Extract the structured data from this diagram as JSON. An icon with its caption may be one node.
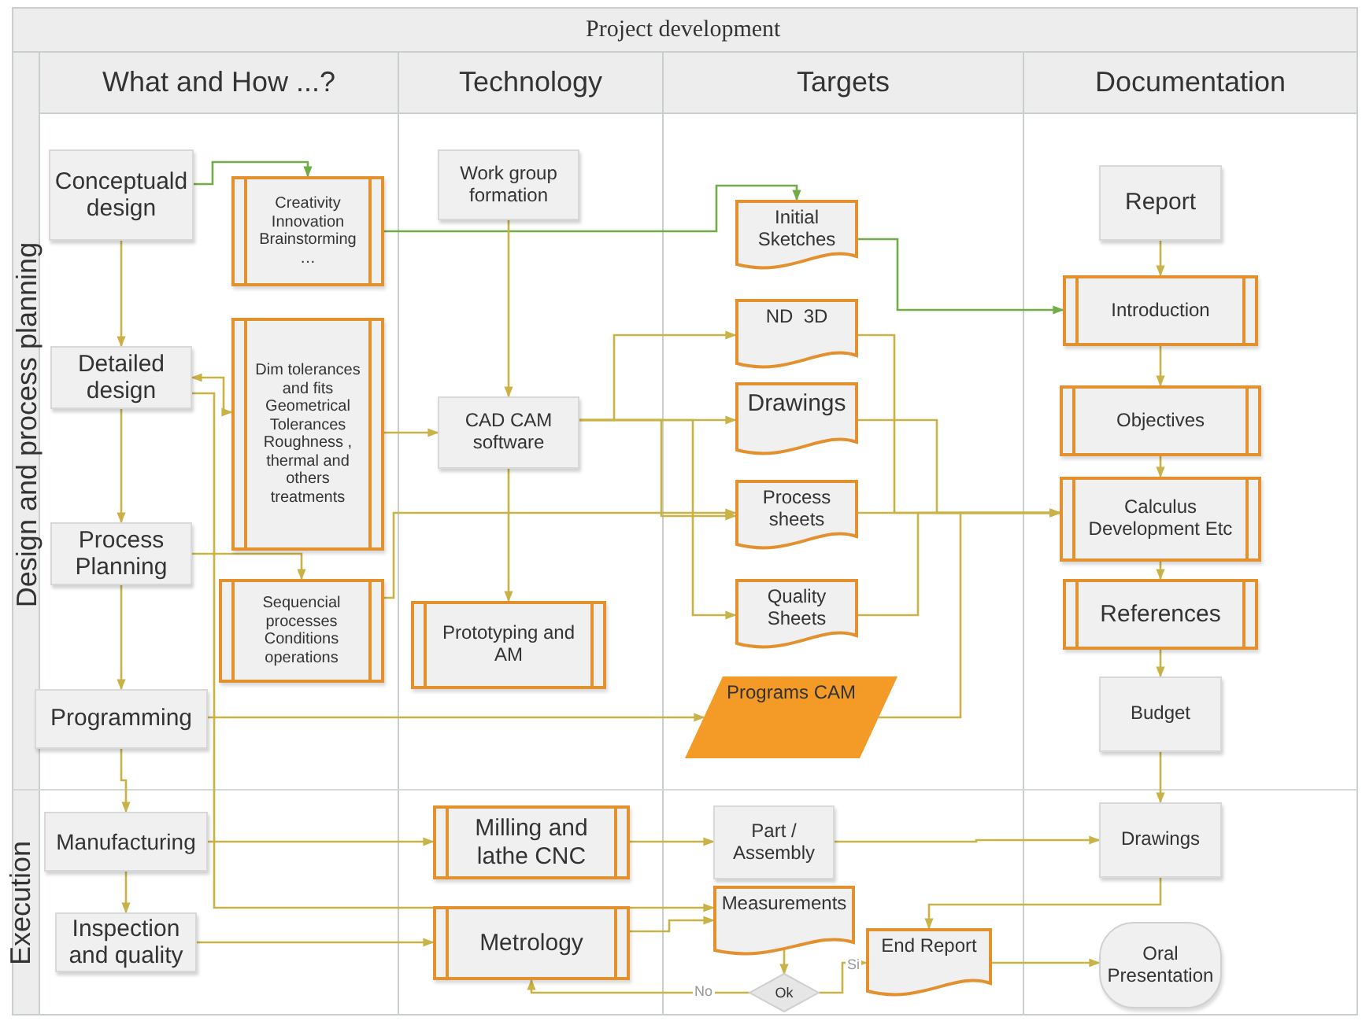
{
  "diagram": {
    "title": "Project development",
    "nodes": [
      {
        "text": [
          "Conceptuald design"
        ]
      },
      {
        "text": [
          "Creativity Innovation Brainstorming …"
        ]
      },
      {
        "text": [
          "Work group formation"
        ]
      },
      {
        "text": [
          "Initial Sketches"
        ]
      },
      {
        "text": [
          "Report"
        ]
      },
      {
        "text": [
          "Introduction"
        ]
      },
      {
        "text": [
          "Detailed design"
        ]
      },
      {
        "text": [
          "Dim tolerances and fits Geometrical Tolerances Roughness , thermal and others treatments"
        ]
      },
      {
        "text": [
          "CAD CAM software"
        ]
      },
      {
        "text": [
          "ND  3D"
        ]
      },
      {
        "text": [
          "Drawings"
        ]
      },
      {
        "text": [
          "Objectives"
        ]
      },
      {
        "text": [
          "Process sheets"
        ]
      },
      {
        "text": [
          "Calculus Development Etc"
        ]
      },
      {
        "text": [
          "Process Planning"
        ]
      },
      {
        "text": [
          "Sequencial processes Conditions operations"
        ]
      },
      {
        "text": [
          "Prototyping and AM"
        ]
      },
      {
        "text": [
          "Quality Sheets"
        ]
      },
      {
        "text": [
          "References"
        ]
      },
      {
        "text": [
          "Programs CAM"
        ]
      },
      {
        "text": [
          "Budget"
        ]
      },
      {
        "text": [
          "Programming"
        ]
      },
      {
        "text": [
          "Manufacturing"
        ]
      },
      {
        "text": [
          "Milling and lathe CNC"
        ]
      },
      {
        "text": [
          "Part / Assembly"
        ]
      },
      {
        "text": [
          "Drawings"
        ]
      },
      {
        "text": [
          "Inspection and quality"
        ]
      },
      {
        "text": [
          "Metrology"
        ]
      },
      {
        "text": [
          "Measurements"
        ]
      },
      {
        "text": [
          "End Report"
        ]
      },
      {
        "text": [
          "Oral Presentation"
        ]
      },
      {
        "text": [
          "Ok"
        ]
      }
    ],
    "edges": [
      {
        "from": 0,
        "to": 1,
        "arrow": "to",
        "color": "#70ad47"
      },
      {
        "from": 1,
        "to": 3,
        "arrow": "to",
        "color": "#70ad47"
      },
      {
        "from": 3,
        "to": 5,
        "arrow": "to",
        "color": "#70ad47"
      },
      {
        "from": 0,
        "to": 6,
        "arrow": "to"
      },
      {
        "from": 6,
        "to": 7,
        "arrow": "both"
      },
      {
        "from": 7,
        "to": 8,
        "arrow": "to"
      },
      {
        "from": 2,
        "to": 8,
        "arrow": "to"
      },
      {
        "from": 8,
        "to": 16,
        "arrow": "to"
      },
      {
        "from": 8,
        "to": 9,
        "arrow": "to"
      },
      {
        "from": 8,
        "to": 10,
        "arrow": "to"
      },
      {
        "from": 8,
        "to": 12,
        "arrow": "to"
      },
      {
        "from": 8,
        "to": 17,
        "arrow": "to"
      },
      {
        "from": 9,
        "to": 13,
        "arrow": "to"
      },
      {
        "from": 10,
        "to": 13,
        "arrow": "to"
      },
      {
        "from": 12,
        "to": 13,
        "arrow": "to"
      },
      {
        "from": 17,
        "to": 13,
        "arrow": "to"
      },
      {
        "from": 19,
        "to": 13,
        "arrow": "to"
      },
      {
        "from": 15,
        "to": 12,
        "arrow": "to"
      },
      {
        "from": 6,
        "to": 14,
        "arrow": "to"
      },
      {
        "from": 14,
        "to": 15,
        "arrow": "to"
      },
      {
        "from": 14,
        "to": 21,
        "arrow": "to"
      },
      {
        "from": 21,
        "to": 22,
        "arrow": "to"
      },
      {
        "from": 21,
        "to": 19,
        "arrow": "to"
      },
      {
        "from": 22,
        "to": 23,
        "arrow": "to"
      },
      {
        "from": 22,
        "to": 26,
        "arrow": "to"
      },
      {
        "from": 26,
        "to": 27,
        "arrow": "to"
      },
      {
        "from": 6,
        "to": 28,
        "arrow": "to"
      },
      {
        "from": 23,
        "to": 24,
        "arrow": "to"
      },
      {
        "from": 24,
        "to": 25,
        "arrow": "to"
      },
      {
        "from": 4,
        "to": 5,
        "arrow": "to"
      },
      {
        "from": 5,
        "to": 11,
        "arrow": "to"
      },
      {
        "from": 11,
        "to": 13,
        "arrow": "to"
      },
      {
        "from": 13,
        "to": 18,
        "arrow": "to"
      },
      {
        "from": 18,
        "to": 20,
        "arrow": "to"
      },
      {
        "from": 20,
        "to": 25,
        "arrow": "to"
      },
      {
        "from": 25,
        "to": 29,
        "arrow": "to"
      },
      {
        "from": 27,
        "to": 28,
        "arrow": "to"
      },
      {
        "from": 28,
        "to": 31,
        "arrow": "to"
      },
      {
        "from": 31,
        "to": 27,
        "arrow": "to",
        "label": "No"
      },
      {
        "from": 31,
        "to": 29,
        "arrow": "to",
        "label": "Si"
      },
      {
        "from": 29,
        "to": 30,
        "arrow": "to"
      }
    ],
    "labels": [
      "What and How ...?",
      "Technology",
      "Targets",
      "Documentation",
      "Design and process planning",
      "Execution"
    ]
  }
}
